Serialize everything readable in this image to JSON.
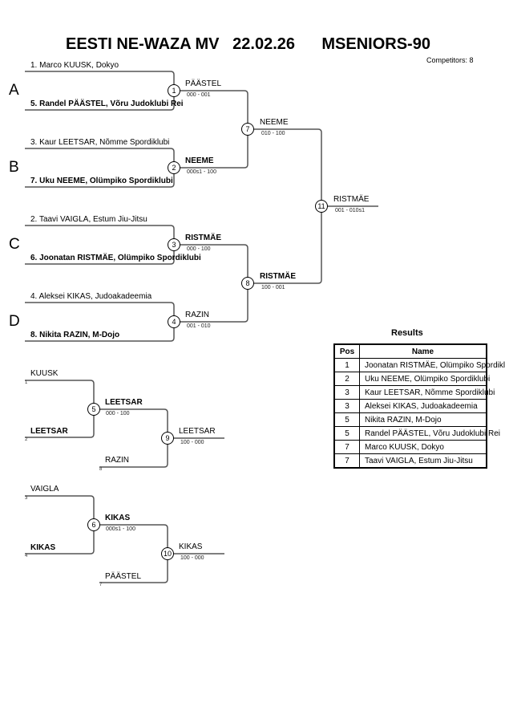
{
  "header": {
    "event": "EESTI NE-WAZA MV",
    "date": "22.02.26",
    "category": "MSENIORS-90",
    "competitors": "Competitors: 8"
  },
  "pools": [
    "A",
    "B",
    "C",
    "D"
  ],
  "first_round": [
    {
      "top": "1. Marco KUUSK, Dokyo",
      "bottom": "5. Randel PÄÄSTEL, Võru Judoklubi Rei",
      "bottom_bold": true,
      "match": "1",
      "winner": "PÄÄSTEL",
      "score": "000 - 001"
    },
    {
      "top": "3. Kaur LEETSAR, Nõmme Spordiklubi",
      "bottom": "7. Uku NEEME, Olümpiko Spordiklubi",
      "bottom_bold": true,
      "match": "2",
      "winner": "NEEME",
      "score": "000s1 - 100"
    },
    {
      "top": "2. Taavi VAIGLA, Estum Jiu-Jitsu",
      "bottom": "6. Joonatan RISTMÄE, Olümpiko Spordiklubi",
      "bottom_bold": true,
      "match": "3",
      "winner": "RISTMÄE",
      "score": "000 - 100"
    },
    {
      "top": "4. Aleksei KIKAS, Judoakadeemia",
      "bottom": "8. Nikita RAZIN, M-Dojo",
      "bottom_bold": true,
      "match": "4",
      "winner": "RAZIN",
      "score": "001 - 010"
    }
  ],
  "semis": [
    {
      "match": "7",
      "winner": "NEEME",
      "score": "010 - 100"
    },
    {
      "match": "8",
      "winner": "RISTMÄE",
      "score": "100 - 001"
    }
  ],
  "final": {
    "match": "11",
    "winner": "RISTMÄE",
    "score": "001 - 010s1"
  },
  "repechage": [
    {
      "top": "KUUSK",
      "top_seed": "1",
      "bottom": "LEETSAR",
      "bottom_seed": "2",
      "match1": "5",
      "winner1": "LEETSAR",
      "score1": "000 - 100",
      "third": "RAZIN",
      "third_seed": "8",
      "match2": "9",
      "winner2": "LEETSAR",
      "score2": "100 - 000"
    },
    {
      "top": "VAIGLA",
      "top_seed": "3",
      "bottom": "KIKAS",
      "bottom_seed": "4",
      "match1": "6",
      "winner1": "KIKAS",
      "score1": "000s1 - 100",
      "third": "PÄÄSTEL",
      "third_seed": "7",
      "match2": "10",
      "winner2": "KIKAS",
      "score2": "100 - 000"
    }
  ],
  "results": {
    "title": "Results",
    "headers": [
      "Pos",
      "Name"
    ],
    "rows": [
      {
        "pos": "1",
        "name": "Joonatan RISTMÄE, Olümpiko Spordiklubi"
      },
      {
        "pos": "2",
        "name": "Uku NEEME, Olümpiko Spordiklubi"
      },
      {
        "pos": "3",
        "name": "Kaur LEETSAR, Nõmme Spordiklubi"
      },
      {
        "pos": "3",
        "name": "Aleksei KIKAS, Judoakadeemia"
      },
      {
        "pos": "5",
        "name": "Nikita RAZIN, M-Dojo"
      },
      {
        "pos": "5",
        "name": "Randel PÄÄSTEL, Võru Judoklubi Rei"
      },
      {
        "pos": "7",
        "name": "Marco KUUSK, Dokyo"
      },
      {
        "pos": "7",
        "name": "Taavi VAIGLA, Estum Jiu-Jitsu"
      }
    ]
  }
}
